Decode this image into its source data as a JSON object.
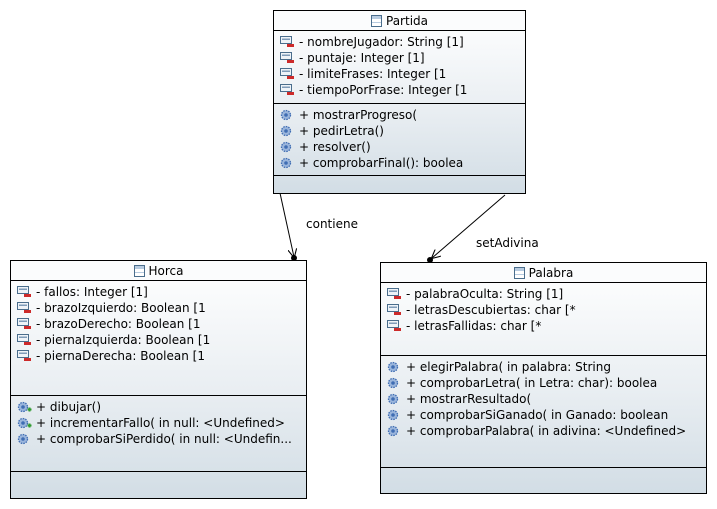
{
  "classes": {
    "partida": {
      "name": "Partida",
      "attributes": [
        "- nombreJugador: String [1]",
        "- puntaje: Integer [1]",
        "- limiteFrases: Integer [1",
        "- tiempoPorFrase: Integer [1"
      ],
      "operations": [
        "+ mostrarProgreso(",
        "+ pedirLetra()",
        "+ resolver()",
        "+ comprobarFinal(): boolea"
      ]
    },
    "horca": {
      "name": "Horca",
      "attributes": [
        "- fallos: Integer [1]",
        "- brazoIzquierdo: Boolean [1",
        "- brazoDerecho: Boolean [1",
        "- piernaIzquierda: Boolean [1",
        "- piernaDerecha: Boolean [1"
      ],
      "operations": [
        "+ dibujar()",
        "+ incrementarFallo(  in null: <Undefined>",
        "+ comprobarSiPerdido(  in null: <Undefin..."
      ]
    },
    "palabra": {
      "name": "Palabra",
      "attributes": [
        "- palabraOculta: String [1]",
        "- letrasDescubiertas: char [*",
        "- letrasFallidas: char [*"
      ],
      "operations": [
        "+ elegirPalabra(  in palabra: String",
        "+ comprobarLetra(  in Letra: char): boolea",
        "+ mostrarResultado(",
        "+ comprobarSiGanado(  in Ganado: boolean",
        "+ comprobarPalabra(  in adivina: <Undefined>"
      ]
    }
  },
  "associations": {
    "contiene": "contiene",
    "setAdivina": "setAdivina"
  },
  "colors": {
    "border": "#000000",
    "attribute_icon": "#cc2a2a",
    "operation_icon": "#3f6db3",
    "create_icon": "#2f9a2f"
  }
}
